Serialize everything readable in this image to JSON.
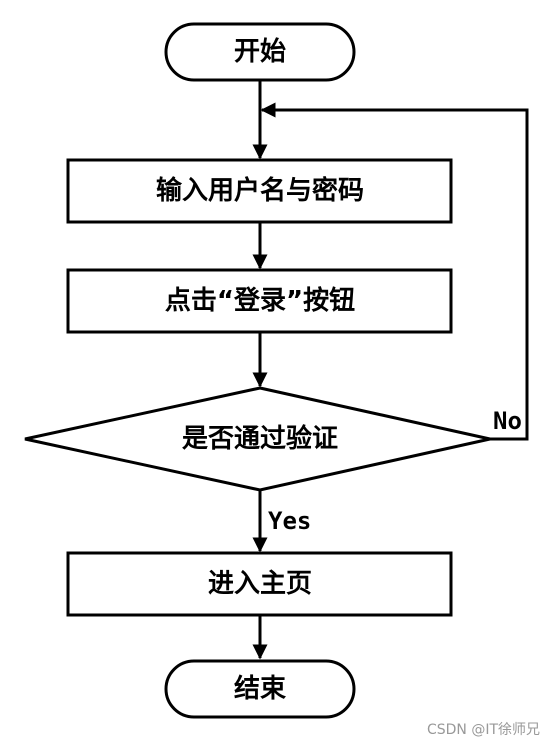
{
  "nodes": {
    "start": "开始",
    "input": "输入用户名与密码",
    "click": "点击“登录”按钮",
    "decision": "是否通过验证",
    "enter": "进入主页",
    "end": "结束"
  },
  "edges": {
    "no_label": "No",
    "yes_label": "Yes"
  },
  "watermark": "CSDN @IT徐师兄"
}
